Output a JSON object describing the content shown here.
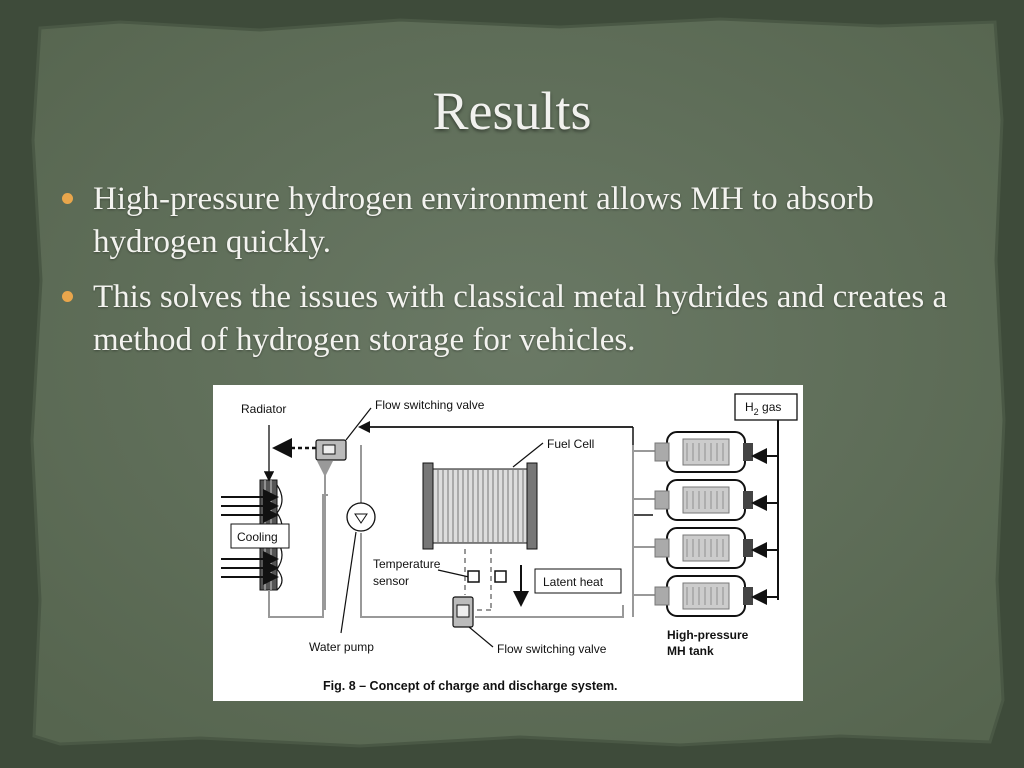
{
  "slide": {
    "title": "Results",
    "bullets": [
      "High-pressure hydrogen environment allows MH to absorb hydrogen quickly.",
      "This solves the issues with classical metal hydrides and creates a method of hydrogen storage for vehicles."
    ],
    "colors": {
      "background": "#5f6e5a",
      "frame": "#3d4a39",
      "title": "#f1f1ee",
      "bullet_marker": "#e9a64c"
    }
  },
  "figure": {
    "labels": {
      "radiator": "Radiator",
      "flow_valve_top": "Flow switching valve",
      "h2_prefix": "H",
      "h2_sub": "2",
      "h2_suffix": " gas",
      "fuel_cell": "Fuel Cell",
      "cooling": "Cooling",
      "temperature_1": "Temperature",
      "temperature_2": "sensor",
      "latent_heat": "Latent heat",
      "water_pump": "Water pump",
      "flow_valve_bottom": "Flow switching valve",
      "tank_1": "High-pressure",
      "tank_2": "MH tank",
      "caption": "Fig. 8 – Concept of charge and discharge system."
    }
  }
}
